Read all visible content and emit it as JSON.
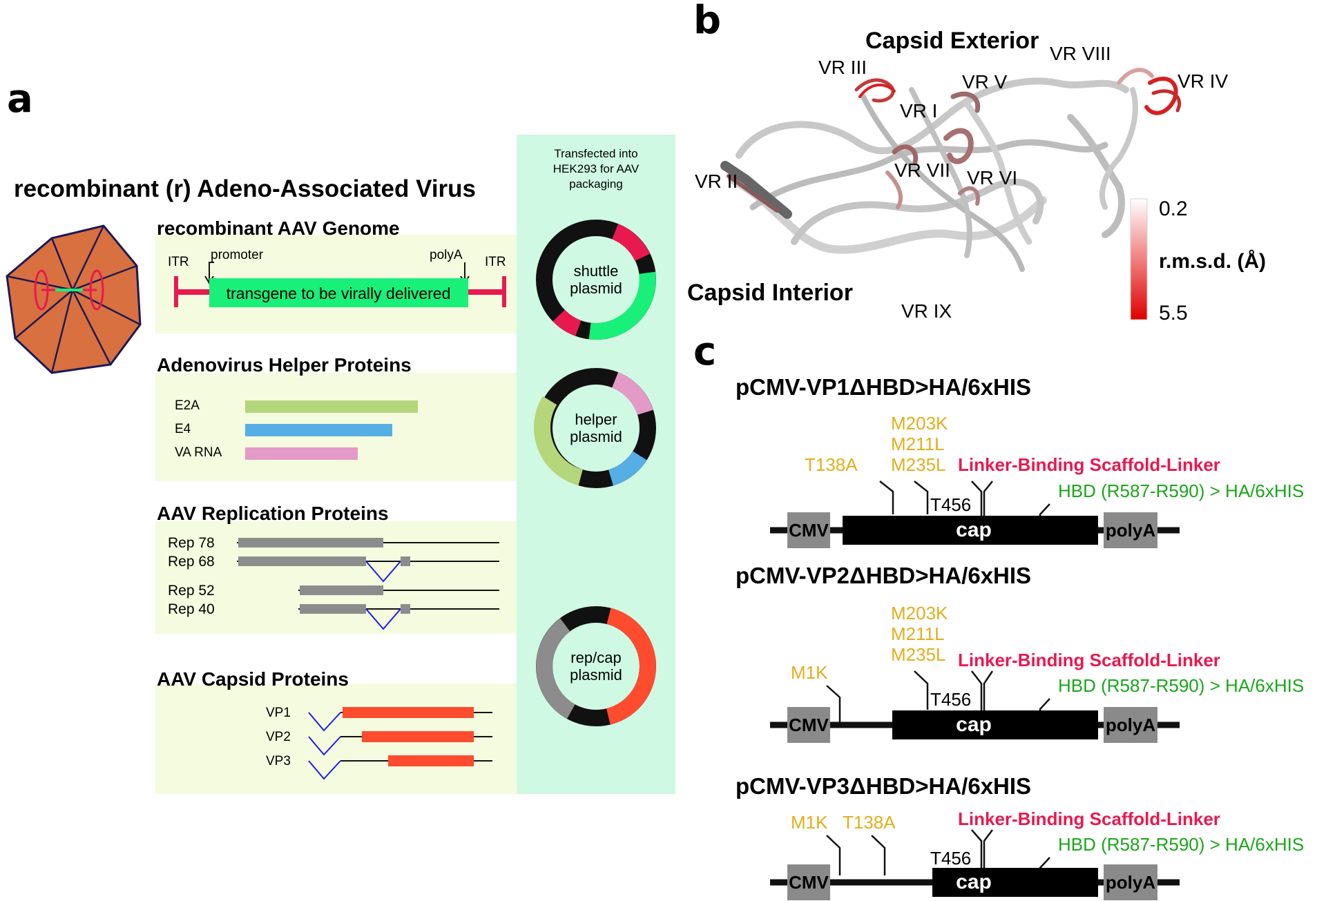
{
  "panel_labels": {
    "a": "a",
    "b": "b",
    "c": "c"
  },
  "panel_a": {
    "title": "recombinant (r) Adeno-Associated Virus",
    "transfection_note": [
      "Transfected into",
      "HEK293 for AAV",
      "packaging"
    ],
    "genome": {
      "heading": "recombinant AAV Genome",
      "itr_left": "ITR",
      "itr_right": "ITR",
      "promoter": "promoter",
      "polya": "polyA",
      "transgene": "transgene to be virally delivered",
      "plasmid": [
        "shuttle",
        "plasmid"
      ]
    },
    "helper": {
      "heading": "Adenovirus Helper Proteins",
      "genes": [
        {
          "label": "E2A",
          "length": 1.0,
          "color": "#b5d67a"
        },
        {
          "label": "E4",
          "length": 0.85,
          "color": "#55aee4"
        },
        {
          "label": "VA RNA",
          "length": 0.65,
          "color": "#e49ac6"
        }
      ],
      "plasmid": [
        "helper",
        "plasmid"
      ]
    },
    "replication": {
      "heading": "AAV Replication Proteins",
      "rows": [
        "Rep 78",
        "Rep 68",
        "Rep 52",
        "Rep 40"
      ]
    },
    "capsid": {
      "heading": "AAV Capsid Proteins",
      "rows": [
        "VP1",
        "VP2",
        "VP3"
      ],
      "plasmid": [
        "rep/cap",
        "plasmid"
      ]
    },
    "colors": {
      "green_band": "#f4fbdf",
      "mint_column": "#cff9e2",
      "transgene": "#18f07a",
      "itr": "#e8194f",
      "capsid_bar": "#ff4b2e",
      "rep_bar": "#8c8c8c",
      "intron": "#1a1aee"
    }
  },
  "panel_b": {
    "top_label": "Capsid Exterior",
    "bottom_label": "Capsid Interior",
    "regions": [
      "VR I",
      "VR II",
      "VR III",
      "VR IV",
      "VR V",
      "VR VI",
      "VR VII",
      "VR VIII",
      "VR IX"
    ],
    "scale": {
      "max": "0.2",
      "title": "r.m.s.d. (Å)",
      "min": "5.5"
    }
  },
  "panel_c": {
    "constructs": [
      {
        "title": "pCMV-VP1ΔHBD>HA/6xHIS",
        "mut_single": "T138A",
        "mut_stack": [
          "M203K",
          "M211L",
          "M235L"
        ],
        "t456": "T456",
        "linker": "Linker-Binding Scaffold-Linker",
        "hbd": "HBD (R587-R590) > HA/6xHIS",
        "cmv": "CMV",
        "cap": "cap",
        "polya": "polyA"
      },
      {
        "title": "pCMV-VP2ΔHBD>HA/6xHIS",
        "mut_single": "M1K",
        "mut_stack": [
          "M203K",
          "M211L",
          "M235L"
        ],
        "t456": "T456",
        "linker": "Linker-Binding Scaffold-Linker",
        "hbd": "HBD (R587-R590) > HA/6xHIS",
        "cmv": "CMV",
        "cap": "cap",
        "polya": "polyA"
      },
      {
        "title": "pCMV-VP3ΔHBD>HA/6xHIS",
        "mut_single": "M1K",
        "mut_second": "T138A",
        "t456": "T456",
        "linker": "Linker-Binding Scaffold-Linker",
        "hbd": "HBD (R587-R590) > HA/6xHIS",
        "cmv": "CMV",
        "cap": "cap",
        "polya": "polyA"
      }
    ],
    "colors": {
      "mutation": "#e4ad1c",
      "linker": "#e8194f",
      "hbd": "#1aa61a",
      "box": "#8a8a8a"
    }
  }
}
